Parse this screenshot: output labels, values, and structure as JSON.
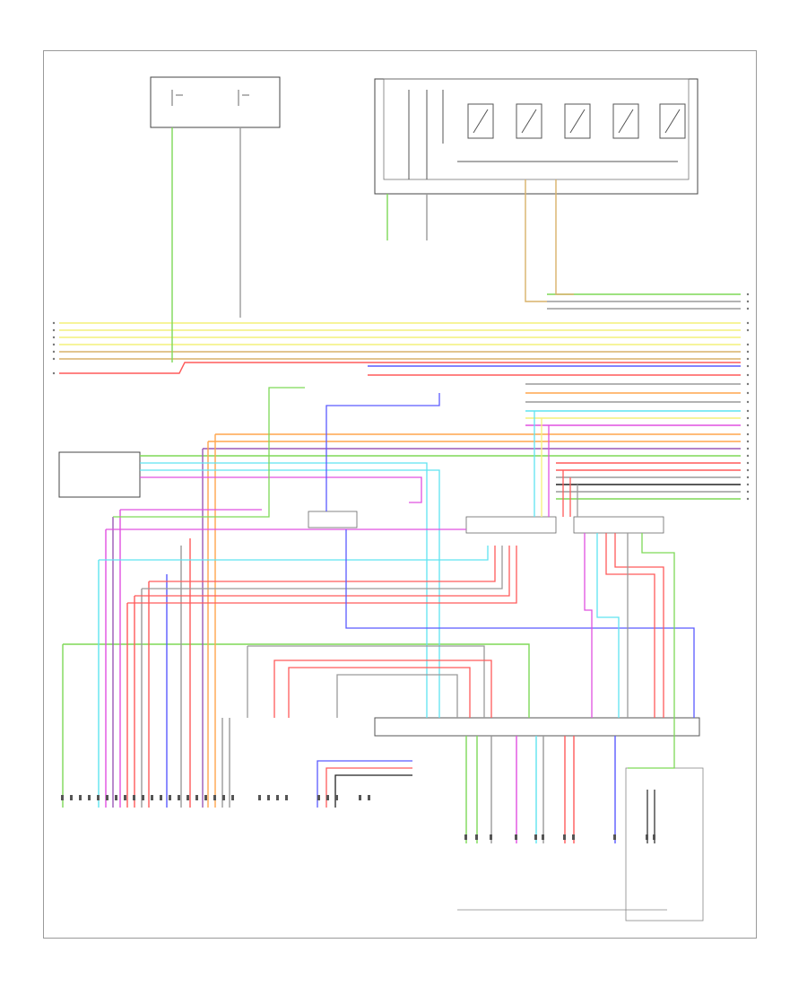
{
  "diagram": {
    "page_tag": "",
    "wire_colors": {
      "green": "#7ed957",
      "yellow": "#f4f07a",
      "red": "#ff5a5a",
      "blue": "#5a5aff",
      "cyan": "#5fe3f0",
      "magenta": "#e050e0",
      "orange": "#ffa64d",
      "tan": "#d8b26a",
      "gray": "#9a9a9a",
      "black": "#222222",
      "purple": "#9b59b6"
    },
    "components": [
      {
        "id": "top-left-box"
      },
      {
        "id": "top-right-module"
      },
      {
        "id": "left-side-module"
      },
      {
        "id": "center-connector-a"
      },
      {
        "id": "center-connector-b"
      },
      {
        "id": "main-unit-bottom"
      }
    ]
  }
}
